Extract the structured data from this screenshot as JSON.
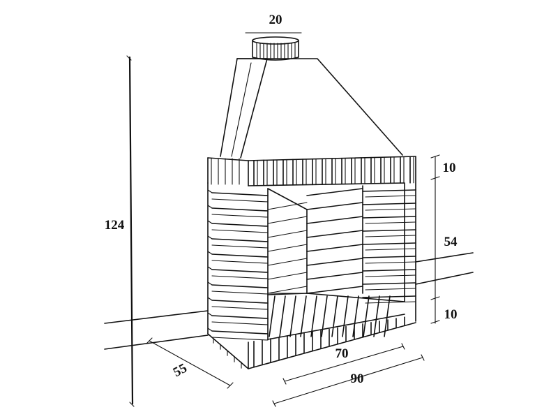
{
  "dimensions": {
    "chimney_width": "20",
    "total_height": "124",
    "top_band": "10",
    "opening_height": "54",
    "base_band": "10",
    "depth": "55",
    "inner_width": "70",
    "outer_width": "90"
  },
  "colors": {
    "ink": "#111111",
    "background": "#ffffff"
  }
}
